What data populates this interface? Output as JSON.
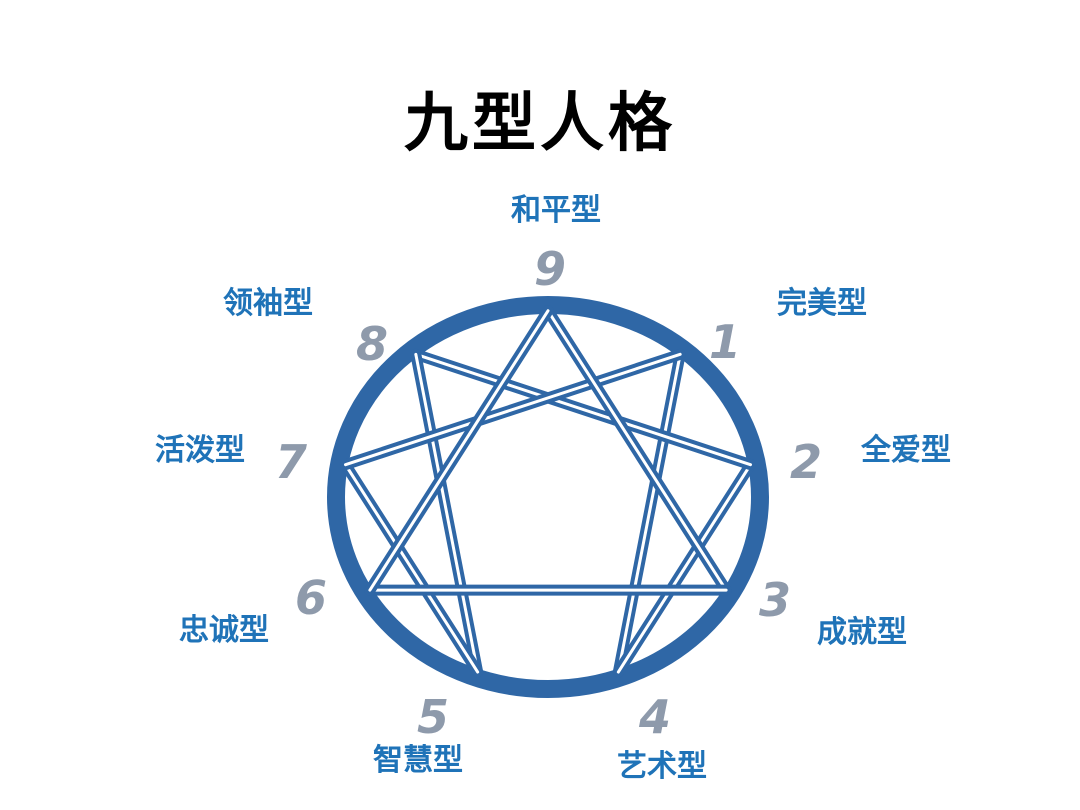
{
  "title": "九型人格",
  "colors": {
    "diagram": "#2f67a6",
    "label": "#1f73b8",
    "number": "#8e9aab"
  },
  "types": [
    {
      "number": "9",
      "label": "和平型"
    },
    {
      "number": "1",
      "label": "完美型"
    },
    {
      "number": "2",
      "label": "全爱型"
    },
    {
      "number": "3",
      "label": "成就型"
    },
    {
      "number": "4",
      "label": "艺术型"
    },
    {
      "number": "5",
      "label": "智慧型"
    },
    {
      "number": "6",
      "label": "忠诚型"
    },
    {
      "number": "7",
      "label": "活泼型"
    },
    {
      "number": "8",
      "label": "领袖型"
    }
  ]
}
